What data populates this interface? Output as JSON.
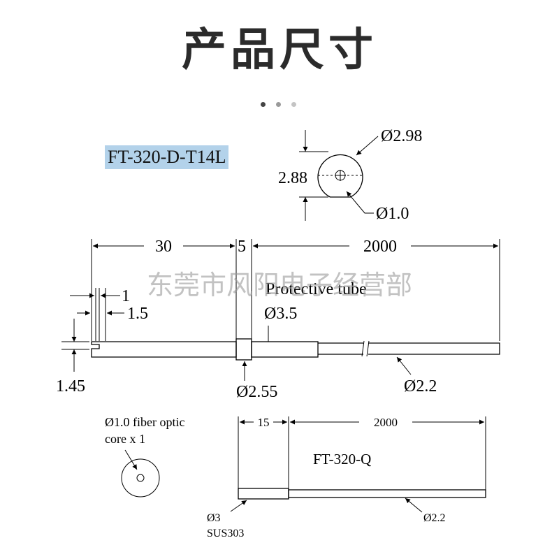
{
  "page_title": "产品尺寸",
  "pager": {
    "dot_colors": [
      "#444444",
      "#9a9a9a",
      "#c4c4c4"
    ]
  },
  "watermark": "东莞市风阳电子经营部",
  "model_a": {
    "name": "FT-320-D-T14L",
    "highlight_color": "#b3d2ea",
    "end_view": {
      "outer_diameter": "Ø2.98",
      "flat_height": "2.88",
      "core_diameter": "Ø1.0"
    },
    "dims": {
      "head_length": "30",
      "collar_length": "5",
      "cable_length": "2000",
      "slot_width": "1",
      "slot_offset": "1.5",
      "tip_height": "1.45",
      "protective_tube": "Protective tube",
      "tube_diameter": "Ø3.5",
      "collar_diameter": "Ø2.55",
      "cable_diameter": "Ø2.2"
    }
  },
  "model_b": {
    "name": "FT-320-Q",
    "core_note_line1": "Ø1.0 fiber optic",
    "core_note_line2": "core x 1",
    "dims": {
      "head_length": "15",
      "cable_length": "2000",
      "head_diameter": "Ø3",
      "head_material": "SUS303",
      "cable_diameter": "Ø2.2"
    }
  }
}
